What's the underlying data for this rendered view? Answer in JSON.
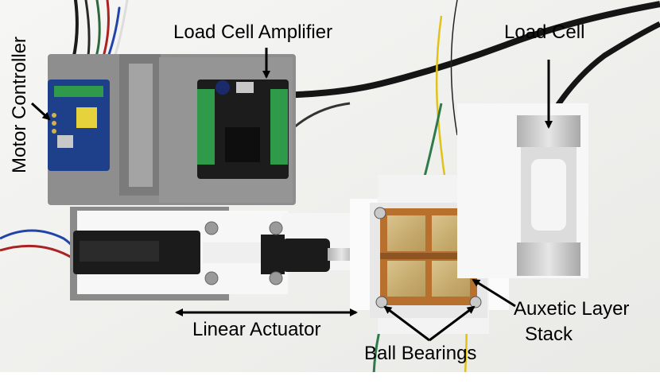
{
  "labels": {
    "motor_controller": "Motor Controller",
    "load_cell_amplifier": "Load Cell Amplifier",
    "load_cell": "Load Cell",
    "auxetic_line1": "Auxetic Layer",
    "auxetic_line2": "Stack",
    "linear_actuator": "Linear Actuator",
    "ball_bearings": "Ball Bearings"
  },
  "colors": {
    "background": "#f4f4f2",
    "mount_grey": "#8a8a8a",
    "pcb_black": "#1c1c1c",
    "pcb_blue": "#1e3f8a",
    "terminal_green": "#2f9a4a",
    "copper": "#b8702e",
    "white_plastic": "#fafafa"
  }
}
